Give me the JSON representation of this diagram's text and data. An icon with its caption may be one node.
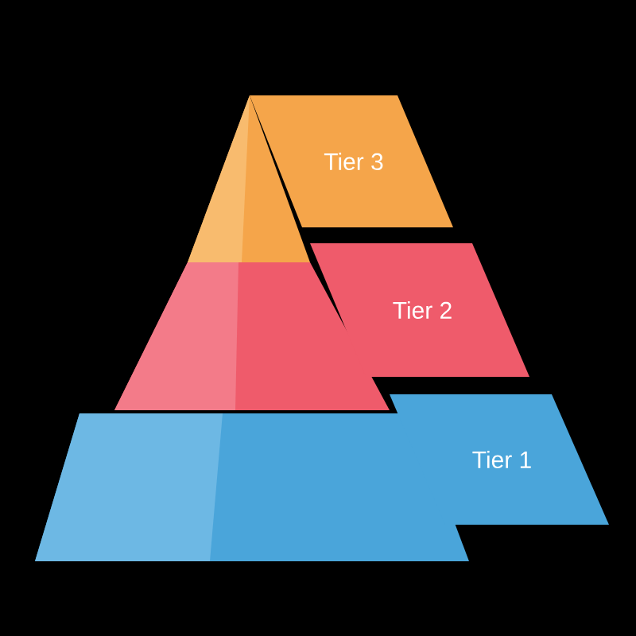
{
  "diagram": {
    "nodes": [
      {
        "text": [
          "Tier 3"
        ]
      },
      {
        "text": [
          "Tier 2"
        ]
      },
      {
        "text": [
          "Tier 1"
        ]
      }
    ]
  }
}
